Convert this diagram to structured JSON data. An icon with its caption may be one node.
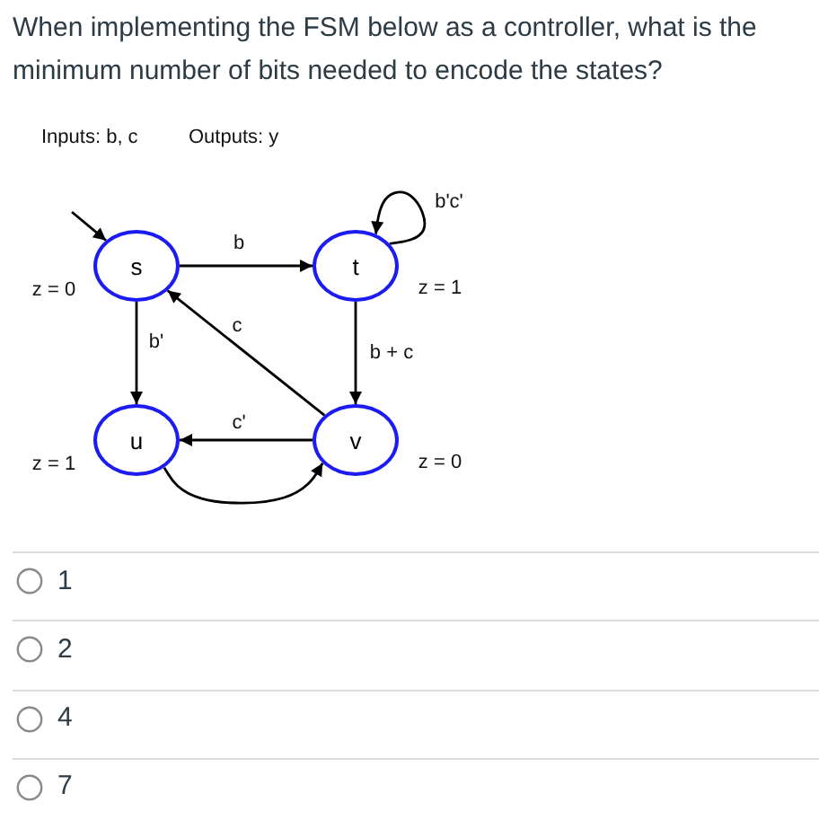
{
  "diagram": {
    "title": "When implementing the FSM below as a controller, what is the minimum number of bits needed to encode the states?",
    "nodes": [
      {
        "text": [
          "s"
        ],
        "beside": [
          "z = 0"
        ]
      },
      {
        "text": [
          "t"
        ],
        "beside": [
          "z = 1"
        ]
      },
      {
        "text": [
          "u"
        ],
        "beside": [
          "z = 1"
        ]
      },
      {
        "text": [
          "v"
        ],
        "beside": [
          "z = 0"
        ]
      }
    ],
    "edges": [
      {
        "from": null,
        "to": 0,
        "arrow": "to"
      },
      {
        "from": 0,
        "to": 1,
        "arrow": "to",
        "label": "b"
      },
      {
        "from": 1,
        "to": 1,
        "arrow": "to",
        "label": "b'c'"
      },
      {
        "from": 0,
        "to": 2,
        "arrow": "to",
        "label": "b'"
      },
      {
        "from": 3,
        "to": 0,
        "arrow": "to",
        "label": "c"
      },
      {
        "from": 1,
        "to": 3,
        "arrow": "to",
        "label": "b + c"
      },
      {
        "from": 3,
        "to": 2,
        "arrow": "to",
        "label": "c'"
      },
      {
        "from": 2,
        "to": 3,
        "arrow": "to"
      }
    ],
    "labels": [
      "Inputs: b, c",
      "Outputs: y",
      "1",
      "2",
      "4",
      "7"
    ]
  }
}
